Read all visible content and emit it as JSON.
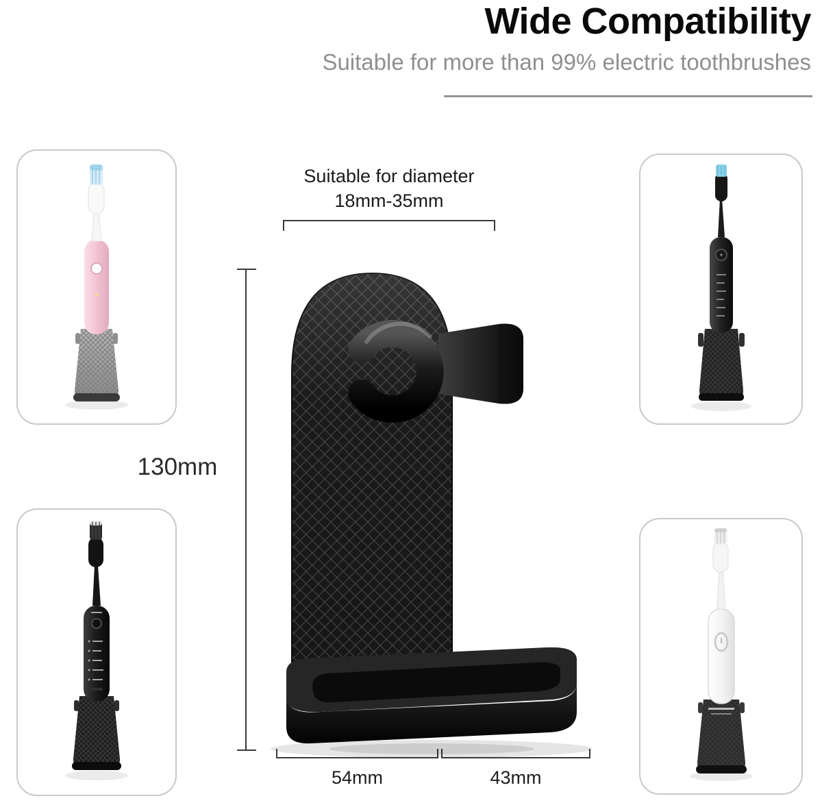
{
  "header": {
    "title": "Wide Compatibility",
    "subtitle": "Suitable for more than 99% electric toothbrushes"
  },
  "annotations": {
    "diameter_caption": "Suitable for diameter",
    "diameter_range": "18mm-35mm",
    "height": "130mm",
    "base_width": "54mm",
    "base_depth": "43mm"
  },
  "products": {
    "holder_name": "black wall-mounted electric toothbrush holder",
    "examples": [
      {
        "name": "pink electric toothbrush",
        "body_color": "#f2c3d2"
      },
      {
        "name": "dark gray electric toothbrush",
        "body_color": "#2a2a2a"
      },
      {
        "name": "black electric toothbrush",
        "body_color": "#161616"
      },
      {
        "name": "white electric toothbrush",
        "body_color": "#f3f3f3"
      }
    ]
  },
  "colors": {
    "title_text": "#0a0a0a",
    "subtitle_text": "#8f8f8f",
    "divider": "#949494",
    "dimension_lines": "#3a3a3a",
    "holder_black": "#141414",
    "card_border": "#c9c9c9"
  }
}
